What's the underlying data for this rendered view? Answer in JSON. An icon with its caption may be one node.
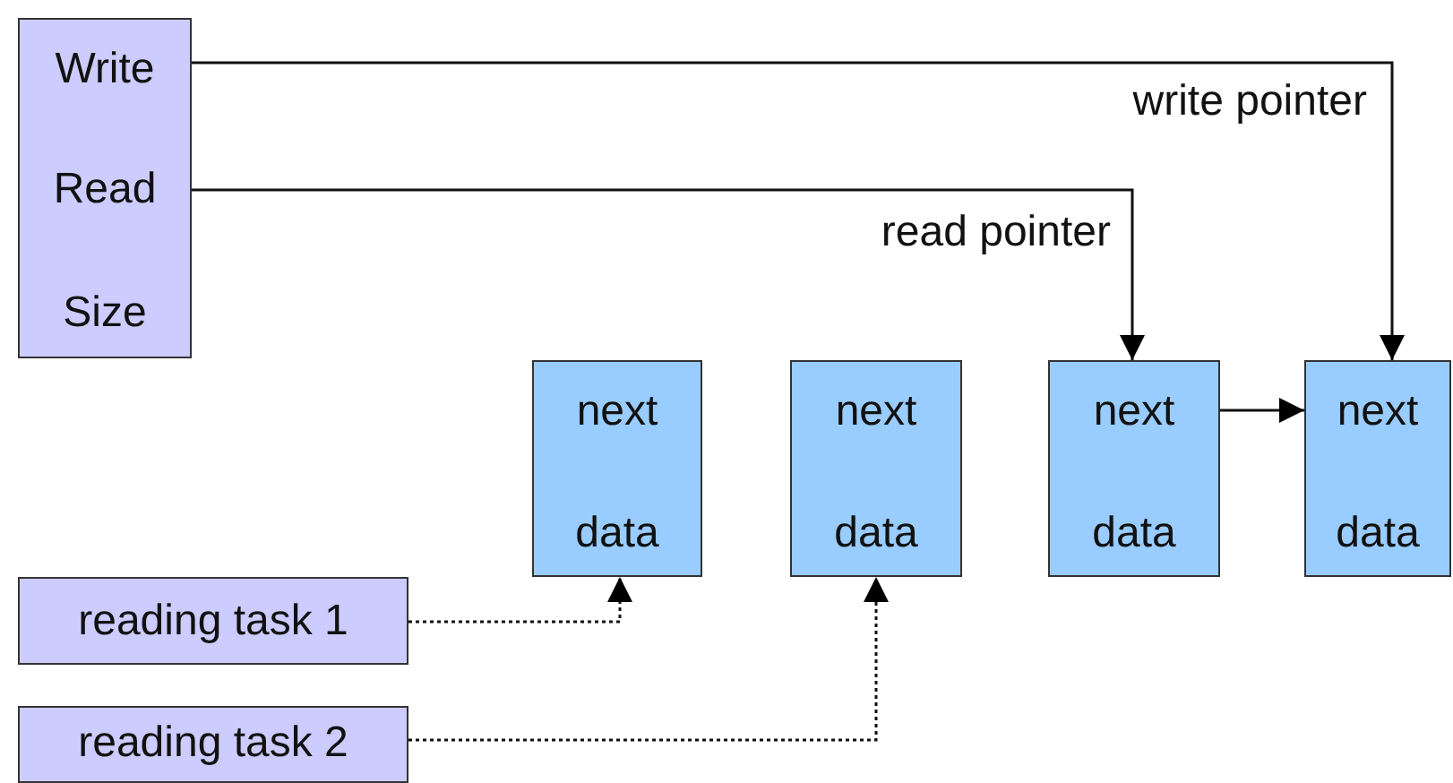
{
  "diagram": {
    "nodes": [
      {
        "text": [
          "Write",
          "Read",
          "Size"
        ]
      },
      {
        "text": [
          "next",
          "data"
        ]
      },
      {
        "text": [
          "next",
          "data"
        ]
      },
      {
        "text": [
          "next",
          "data"
        ]
      },
      {
        "text": [
          "next",
          "data"
        ]
      },
      {
        "text": [
          "reading task 1"
        ]
      },
      {
        "text": [
          "reading task 2"
        ]
      }
    ],
    "edges": [
      {
        "from": 0,
        "to": 4,
        "arrow": "to",
        "label": "write pointer"
      },
      {
        "from": 0,
        "to": 3,
        "arrow": "to",
        "label": "read pointer"
      },
      {
        "from": 3,
        "to": 4,
        "arrow": "to"
      },
      {
        "from": 5,
        "to": 1,
        "arrow": "to",
        "style": "dashed"
      },
      {
        "from": 6,
        "to": 2,
        "arrow": "to",
        "style": "dashed"
      }
    ]
  }
}
